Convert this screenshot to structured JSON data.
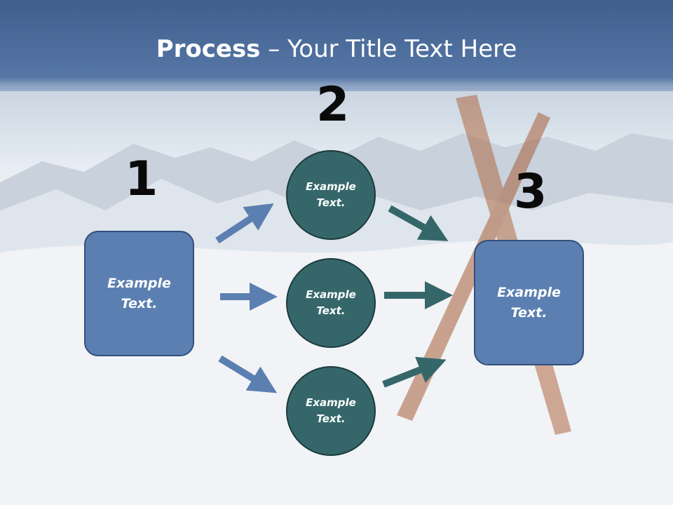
{
  "slide": {
    "title_bold": "Process",
    "title_rest": " – Your Title Text Here",
    "steps": [
      {
        "number": "1",
        "label": "Example\nText."
      },
      {
        "number": "2",
        "labels": [
          "Example\nText.",
          "Example\nText.",
          "Example\nText."
        ]
      },
      {
        "number": "3",
        "label": "Example\nText."
      }
    ]
  },
  "colors": {
    "header": "#4f6f9c",
    "box_fill": "#5b7fb1",
    "circle_fill": "#35676a",
    "blue_arrow": "#5b7fb1",
    "teal_arrow": "#35676a"
  }
}
